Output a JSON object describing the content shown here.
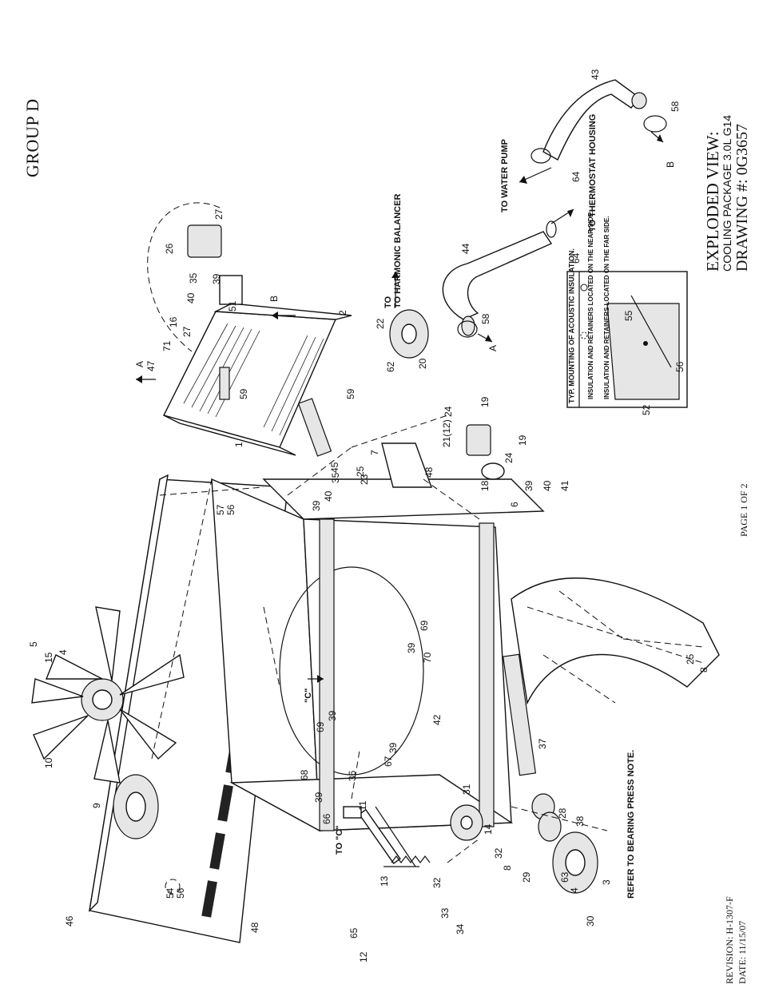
{
  "header": {
    "group": "GROUP D"
  },
  "title_block": {
    "line1": "EXPLODED VIEW:",
    "line2": "COOLING PACKAGE 3.0L G14",
    "line3": "DRAWING #: 0G3657"
  },
  "page": "PAGE 1 OF 2",
  "revision": {
    "rev": "REVISION: H-1307-F",
    "date": "DATE: 11/15/07"
  },
  "notes": {
    "harmonic": "TO HARMONIC BALANCER",
    "water_pump": "TO WATER PUMP",
    "thermostat": "TO THERMOSTAT HOUSING",
    "bearing": "REFER TO BEARING PRESS NOTE.",
    "to_c": "TO \"C\"",
    "c_mark": "\"C\"",
    "arrow_a": "A",
    "arrow_b": "B"
  },
  "insulation_legend": {
    "title": "TYP. MOUNTING OF ACOUSTIC INSULATION.",
    "near": "INSULATION AND RETAINERS LOCATED ON THE NEAR SIDE.",
    "far": "INSULATION AND RETAINERS LOCATED ON THE FAR SIDE."
  },
  "callouts": {
    "c1": "1",
    "c2": "2",
    "c3": "3",
    "c4a": "4",
    "c4b": "4",
    "c5": "5",
    "c6": "6",
    "c7": "7",
    "c8a": "8",
    "c8b": "8",
    "c9": "9",
    "c10": "10",
    "c11": "11",
    "c12": "12",
    "c13": "13",
    "c14": "14",
    "c15": "15",
    "c16": "16",
    "c18": "18",
    "c19a": "19",
    "c19b": "19",
    "c20": "20",
    "c21": "21(12)",
    "c22": "22",
    "c23": "23",
    "c24a": "24",
    "c24b": "24",
    "c25a": "25",
    "c25b": "25",
    "c26": "26",
    "c27a": "27",
    "c27b": "27",
    "c28": "28",
    "c29": "29",
    "c30": "30",
    "c31": "31",
    "c32a": "32",
    "c32b": "32",
    "c33": "33",
    "c34": "34",
    "c35a": "35",
    "c35b": "35",
    "c36": "36",
    "c37": "37",
    "c38": "38",
    "c39a": "39",
    "c39b": "39",
    "c39c": "39",
    "c39d": "39",
    "c39e": "39",
    "c39f": "39",
    "c39g": "39",
    "c40a": "40",
    "c40b": "40",
    "c40c": "40",
    "c41": "41",
    "c42": "42",
    "c43": "43",
    "c44": "44",
    "c45": "45",
    "c46": "46",
    "c47": "47",
    "c48a": "48",
    "c48b": "48",
    "c51": "51",
    "c52": "52",
    "c54": "54",
    "c55": "55",
    "c56a": "56",
    "c56b": "56",
    "c56c": "56",
    "c57": "57",
    "c58a": "58",
    "c58b": "58",
    "c59a": "59",
    "c59b": "59",
    "c62": "62",
    "c63": "63",
    "c64a": "64",
    "c64b": "64",
    "c65": "65",
    "c66": "66",
    "c67": "67",
    "c68": "68",
    "c69a": "69",
    "c69b": "69",
    "c70": "70",
    "c71": "71"
  }
}
